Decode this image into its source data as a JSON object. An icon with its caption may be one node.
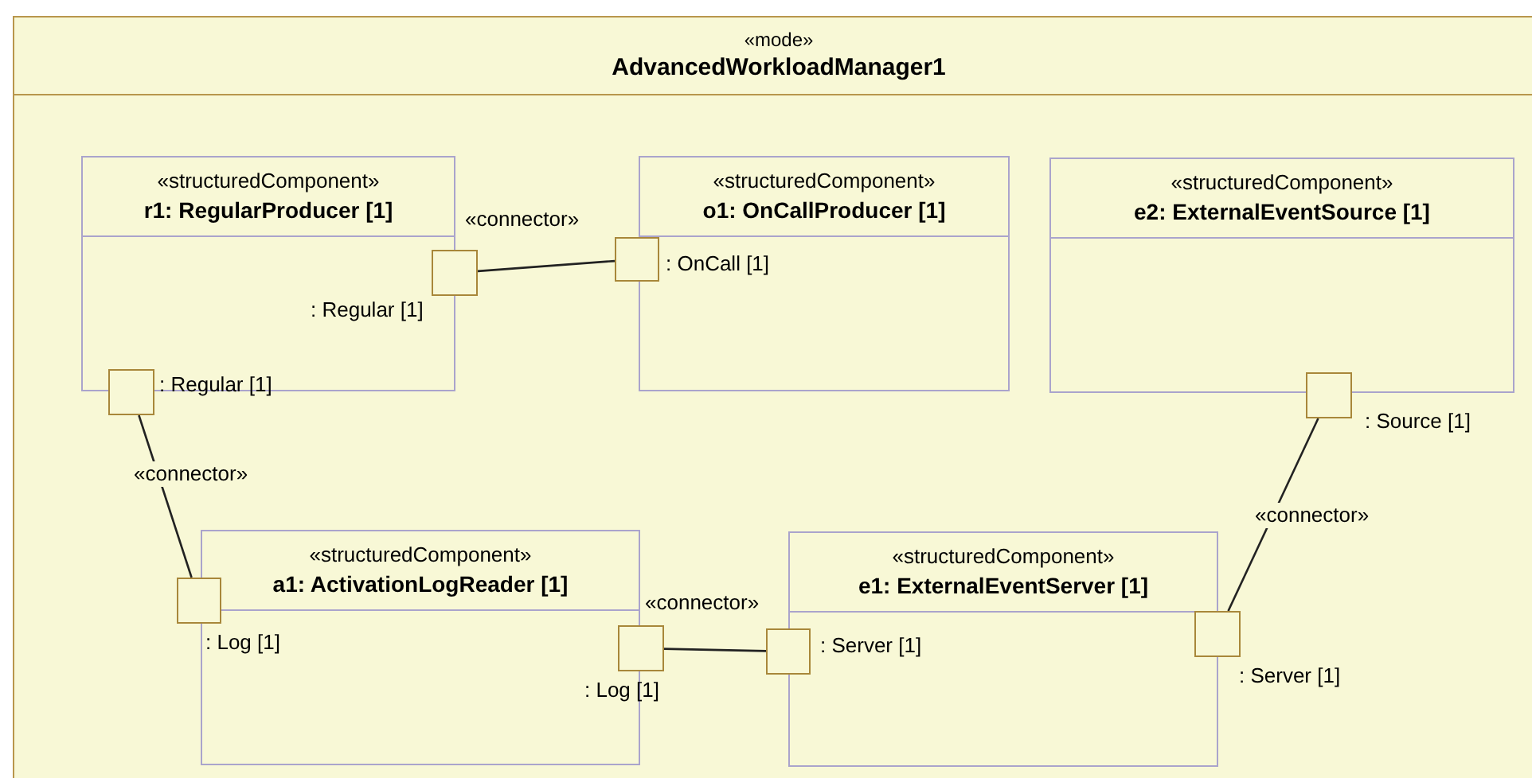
{
  "diagram": {
    "nodes": [
      {
        "text": [
          "«mode»",
          "AdvancedWorkloadManager1"
        ]
      },
      {
        "text": [
          "«structuredComponent»",
          "r1: RegularProducer [1]"
        ],
        "in": 0
      },
      {
        "text": [
          "«structuredComponent»",
          "o1: OnCallProducer [1]"
        ],
        "in": 0
      },
      {
        "text": [
          "«structuredComponent»",
          "e2: ExternalEventSource [1]"
        ],
        "in": 0
      },
      {
        "text": [
          "«structuredComponent»",
          "a1: ActivationLogReader [1]"
        ],
        "in": 0
      },
      {
        "text": [
          "«structuredComponent»",
          "e1: ExternalEventServer [1]"
        ],
        "in": 0
      },
      {
        "text": [],
        "shape": "box",
        "in": 0,
        "beside": [
          ": Regular [1]"
        ]
      },
      {
        "text": [],
        "shape": "box",
        "in": 0,
        "beside": [
          ": OnCall [1]"
        ]
      },
      {
        "text": [],
        "shape": "box",
        "in": 0,
        "beside": [
          ": Regular [1]"
        ]
      },
      {
        "text": [],
        "shape": "box",
        "in": 0,
        "beside": [
          ": Source [1]"
        ]
      },
      {
        "text": [],
        "shape": "box",
        "in": 0,
        "beside": [
          ": Log [1]"
        ]
      },
      {
        "text": [],
        "shape": "box",
        "in": 0,
        "beside": [
          ": Log [1]"
        ]
      },
      {
        "text": [],
        "shape": "box",
        "in": 0,
        "beside": [
          ": Server [1]"
        ]
      },
      {
        "text": [],
        "shape": "box",
        "in": 0,
        "beside": [
          ": Server [1]"
        ]
      }
    ],
    "edges": [
      {
        "from": 6,
        "to": 7,
        "arrow": "none",
        "label": "«connector»"
      },
      {
        "from": 8,
        "to": 10,
        "arrow": "none",
        "label": "«connector»"
      },
      {
        "from": 11,
        "to": 12,
        "arrow": "none",
        "label": "«connector»"
      },
      {
        "from": 9,
        "to": 13,
        "arrow": "none",
        "label": "«connector»"
      }
    ]
  }
}
